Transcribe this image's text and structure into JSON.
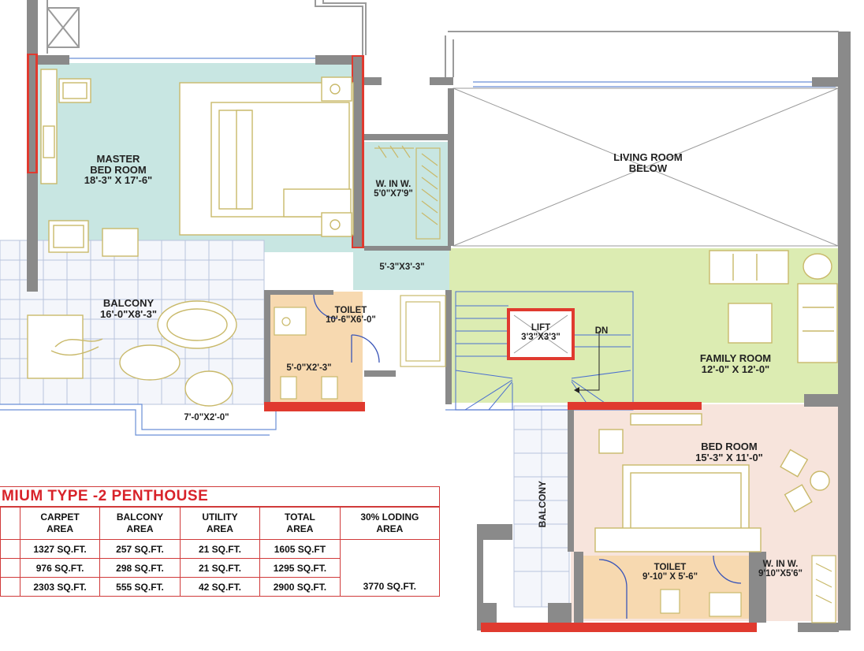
{
  "rooms": {
    "master_bedroom": {
      "name_line1": "MASTER",
      "name_line2": "BED ROOM",
      "dims": "18'-3\" X 17'-6\""
    },
    "walk_in_1": {
      "name": "W. IN W.",
      "dims": "5'0\"X7'9\""
    },
    "passage": {
      "dims": "5'-3\"X3'-3\""
    },
    "living_below": {
      "name_line1": "LIVING ROOM",
      "name_line2": "BELOW"
    },
    "balcony_main": {
      "name": "BALCONY",
      "dims": "16'-0\"X8'-3\""
    },
    "balcony_small": {
      "dims": "7'-0\"X2'-0\""
    },
    "toilet_1": {
      "name": "TOILET",
      "dims": "10'-6\"X6'-0\""
    },
    "wc_area": {
      "dims": "5'-0\"X2'-3\""
    },
    "lift": {
      "name": "LIFT",
      "dims": "3'3\"X3'3\""
    },
    "stair_dn": {
      "label": "DN"
    },
    "family_room": {
      "name": "FAMILY ROOM",
      "dims": "12'-0\" X 12'-0\""
    },
    "bedroom": {
      "name": "BED ROOM",
      "dims": "15'-3\" X 11'-0\""
    },
    "balcony_side": {
      "name": "BALCONY"
    },
    "toilet_2": {
      "name": "TOILET",
      "dims": "9'-10\" X 5'-6\""
    },
    "walk_in_2": {
      "name": "W. IN W.",
      "dims": "9'10\"X5'6\""
    }
  },
  "area_table": {
    "title": "MIUM TYPE -2 PENTHOUSE",
    "headers": [
      {
        "l1": "",
        "l2": ""
      },
      {
        "l1": "CARPET",
        "l2": "AREA"
      },
      {
        "l1": "BALCONY",
        "l2": "AREA"
      },
      {
        "l1": "UTILITY",
        "l2": "AREA"
      },
      {
        "l1": "TOTAL",
        "l2": "AREA"
      },
      {
        "l1": "30% LODING",
        "l2": "AREA"
      }
    ],
    "rows": [
      [
        "",
        "1327 SQ.FT.",
        "257 SQ.FT.",
        "21 SQ.FT.",
        "1605 SQ.FT",
        ""
      ],
      [
        "",
        "976 SQ.FT.",
        "298 SQ.FT.",
        "21 SQ.FT.",
        "1295 SQ.FT.",
        ""
      ],
      [
        "",
        "2303 SQ.FT.",
        "555 SQ.FT.",
        "42 SQ.FT.",
        "2900 SQ.FT.",
        "3770 SQ.FT."
      ]
    ]
  },
  "colors": {
    "master_fill": "#c8e6e2",
    "family_fill": "#dcecb2",
    "bedroom_fill": "#f7e4dc",
    "toilet_fill": "#f7d9b0",
    "wall": "#8a8a8a",
    "red_wall": "#e03a2f",
    "furniture": "#c9b96a",
    "blue_line": "#6a8fd6",
    "table_red": "#d8232a"
  }
}
